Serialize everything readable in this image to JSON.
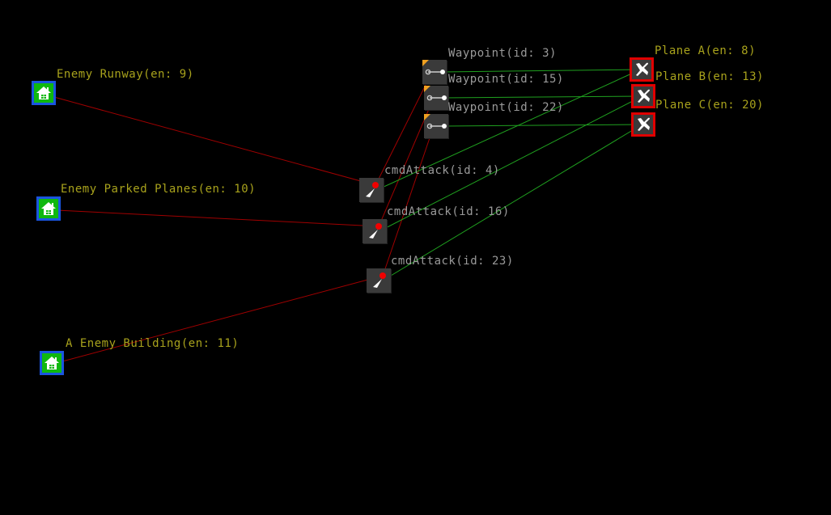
{
  "colors": {
    "background": "#000000",
    "target_label": "#a8a21c",
    "command_label": "#9a9a9a",
    "attack_link": "#a00000",
    "move_link": "#1fa01f",
    "building_fill": "#0fb80f",
    "building_border": "#1a55e0",
    "plane_border": "#e00000",
    "node_fill": "#3a3a3a",
    "waypoint_flag": "#f0a020"
  },
  "nodes": {
    "runway": {
      "label": "Enemy Runway(en: 9)",
      "type": "building",
      "icon": "building-icon"
    },
    "parked": {
      "label": "Enemy Parked Planes(en: 10)",
      "type": "building",
      "icon": "building-icon"
    },
    "building": {
      "label": "A Enemy Building(en: 11)",
      "type": "building",
      "icon": "building-icon"
    },
    "wp3": {
      "label": "Waypoint(id: 3)",
      "type": "waypoint",
      "icon": "waypoint-icon"
    },
    "wp15": {
      "label": "Waypoint(id: 15)",
      "type": "waypoint",
      "icon": "waypoint-icon"
    },
    "wp22": {
      "label": "Waypoint(id: 22)",
      "type": "waypoint",
      "icon": "waypoint-icon"
    },
    "atk4": {
      "label": "cmdAttack(id: 4)",
      "type": "attack",
      "icon": "attack-icon"
    },
    "atk16": {
      "label": "cmdAttack(id: 16)",
      "type": "attack",
      "icon": "attack-icon"
    },
    "atk23": {
      "label": "cmdAttack(id: 23)",
      "type": "attack",
      "icon": "attack-icon"
    },
    "planeA": {
      "label": "Plane A(en: 8)",
      "type": "plane",
      "icon": "plane-icon"
    },
    "planeB": {
      "label": "Plane B(en: 13)",
      "type": "plane",
      "icon": "plane-icon"
    },
    "planeC": {
      "label": "Plane C(en: 20)",
      "type": "plane",
      "icon": "plane-icon"
    }
  },
  "links": [
    {
      "from": "runway",
      "to": "atk4",
      "kind": "attack"
    },
    {
      "from": "parked",
      "to": "atk16",
      "kind": "attack"
    },
    {
      "from": "building",
      "to": "atk23",
      "kind": "attack"
    },
    {
      "from": "atk4",
      "to": "wp3",
      "kind": "attack"
    },
    {
      "from": "atk16",
      "to": "wp15",
      "kind": "attack"
    },
    {
      "from": "atk23",
      "to": "wp22",
      "kind": "attack"
    },
    {
      "from": "wp3",
      "to": "planeA",
      "kind": "move"
    },
    {
      "from": "wp15",
      "to": "planeB",
      "kind": "move"
    },
    {
      "from": "wp22",
      "to": "planeC",
      "kind": "move"
    },
    {
      "from": "atk4",
      "to": "planeA",
      "kind": "move"
    },
    {
      "from": "atk16",
      "to": "planeB",
      "kind": "move"
    },
    {
      "from": "atk23",
      "to": "planeC",
      "kind": "move"
    }
  ]
}
